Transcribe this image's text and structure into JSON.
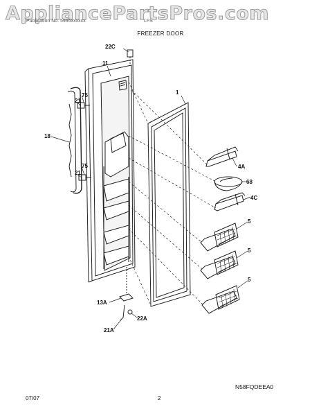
{
  "watermark": "AppliancePartsPros.com",
  "header": {
    "left_text": "Publication No. 5995xxxxxx",
    "mid_text": "LFS",
    "title": "FREEZER DOOR"
  },
  "callouts": {
    "c22C": "22C",
    "c11": "11",
    "c1": "1",
    "c75a": "75",
    "c21a": "21",
    "c18": "18",
    "c21b": "21",
    "c75b": "75",
    "c4A": "4A",
    "c68": "68",
    "c4C": "4C",
    "c5a": "5",
    "c5b": "5",
    "c5c": "5",
    "c13A": "13A",
    "c22A": "22A",
    "c21A": "21A"
  },
  "diagram_code": "N58FQDEEA0",
  "footer": {
    "date": "07/07",
    "page": "2"
  }
}
